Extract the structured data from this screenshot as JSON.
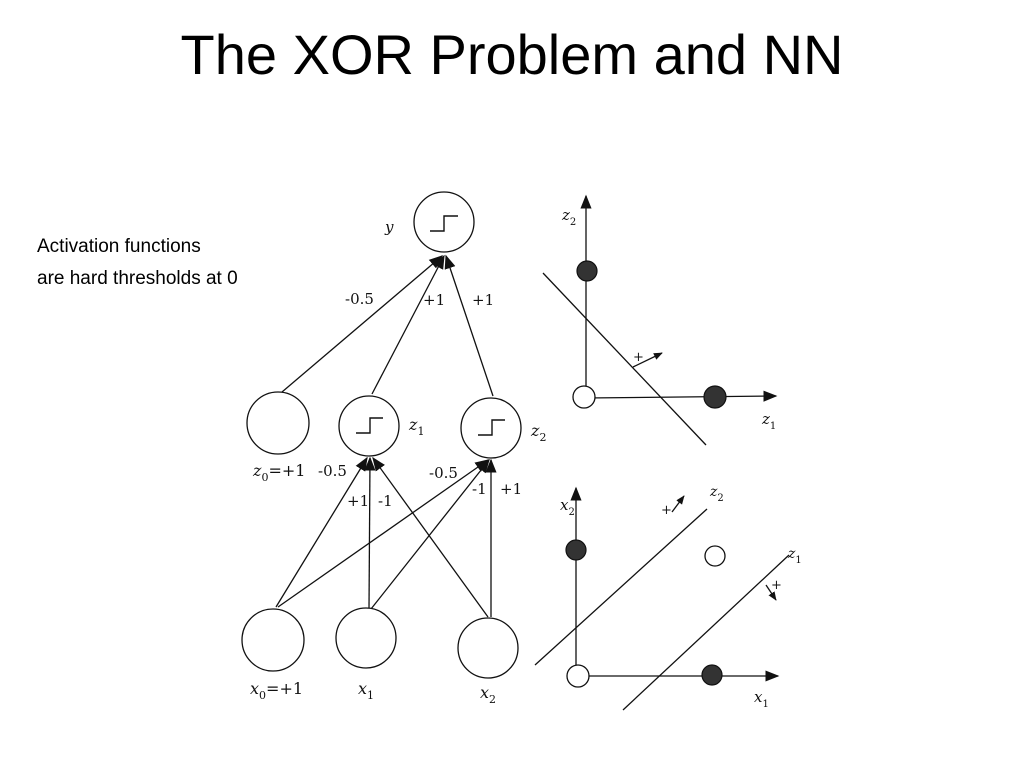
{
  "title": "The XOR Problem and NN",
  "caption": {
    "line1": "Activation functions",
    "line2": "are hard thresholds at 0"
  },
  "network": {
    "output_label": "y",
    "hidden_labels": {
      "bias": "z",
      "bias_sub": "0",
      "bias_eq": "=+1",
      "z1": "z",
      "z1_sub": "1",
      "z2": "z",
      "z2_sub": "2"
    },
    "input_labels": {
      "x0": "x",
      "x0_sub": "0",
      "x0_eq": "=+1",
      "x1": "x",
      "x1_sub": "1",
      "x2": "x",
      "x2_sub": "2"
    },
    "output_weights": {
      "from_bias": "-0.5",
      "from_z1": "+1",
      "from_z2": "+1"
    },
    "z1_weights": {
      "from_x0": "-0.5",
      "from_x1": "+1",
      "from_x2": "-1"
    },
    "z2_weights": {
      "from_x0": "-0.5",
      "from_x1": "-1",
      "from_x2": "+1"
    }
  },
  "z_space_plot": {
    "x_axis": "z",
    "x_axis_sub": "1",
    "y_axis": "z",
    "y_axis_sub": "2",
    "direction_mark": "+"
  },
  "x_space_plot": {
    "x_axis": "x",
    "x_axis_sub": "1",
    "y_axis": "x",
    "y_axis_sub": "2",
    "line_z1": "z",
    "line_z1_sub": "1",
    "line_z2": "z",
    "line_z2_sub": "2",
    "direction_mark": "+"
  },
  "colors": {
    "ink": "#111111",
    "filled_point": "#333333",
    "open_point": "#ffffff"
  }
}
